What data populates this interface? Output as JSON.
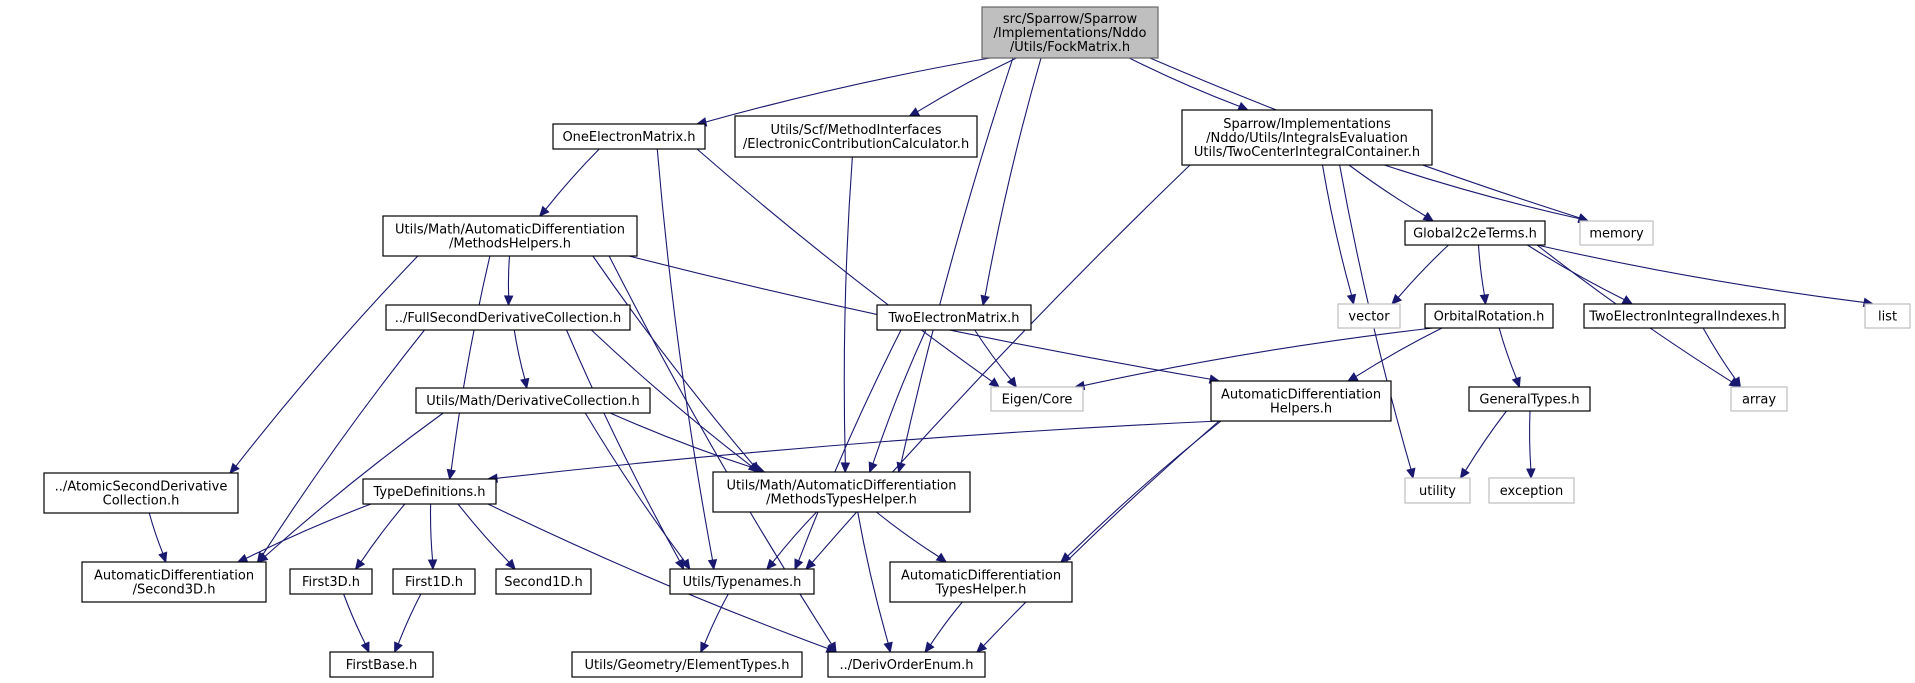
{
  "graph": {
    "nodes": {
      "fock": [
        "src/Sparrow/Sparrow",
        "/Implementations/Nddo",
        "/Utils/FockMatrix.h"
      ],
      "onee": [
        "OneElectronMatrix.h"
      ],
      "ecc": [
        "Utils/Scf/MethodInterfaces",
        "/ElectronicContributionCalculator.h"
      ],
      "tcic": [
        "Sparrow/Implementations",
        "/Nddo/Utils/IntegralsEvaluation",
        "Utils/TwoCenterIntegralContainer.h"
      ],
      "mh": [
        "Utils/Math/AutomaticDifferentiation",
        "/MethodsHelpers.h"
      ],
      "fsdc": [
        "../FullSecondDerivativeCollection.h"
      ],
      "tem": [
        "TwoElectronMatrix.h"
      ],
      "g2c": [
        "Global2c2eTerms.h"
      ],
      "memory": [
        "memory"
      ],
      "vector": [
        "vector"
      ],
      "list": [
        "list"
      ],
      "orot": [
        "OrbitalRotation.h"
      ],
      "teii": [
        "TwoElectronIntegralIndexes.h"
      ],
      "dc": [
        "Utils/Math/DerivativeCollection.h"
      ],
      "eigen": [
        "Eigen/Core"
      ],
      "adh": [
        "AutomaticDifferentiation",
        "Helpers.h"
      ],
      "gt": [
        "GeneralTypes.h"
      ],
      "array": [
        "array"
      ],
      "asdc": [
        "../AtomicSecondDerivative",
        "Collection.h"
      ],
      "td": [
        "TypeDefinitions.h"
      ],
      "mth": [
        "Utils/Math/AutomaticDifferentiation",
        "/MethodsTypesHelper.h"
      ],
      "utility": [
        "utility"
      ],
      "exception": [
        "exception"
      ],
      "s3d": [
        "AutomaticDifferentiation",
        "/Second3D.h"
      ],
      "f3d": [
        "First3D.h"
      ],
      "f1d": [
        "First1D.h"
      ],
      "s1d": [
        "Second1D.h"
      ],
      "tn": [
        "Utils/Typenames.h"
      ],
      "adth": [
        "AutomaticDifferentiation",
        "TypesHelper.h"
      ],
      "fb": [
        "FirstBase.h"
      ],
      "et": [
        "Utils/Geometry/ElementTypes.h"
      ],
      "doe": [
        "../DerivOrderEnum.h"
      ]
    }
  }
}
